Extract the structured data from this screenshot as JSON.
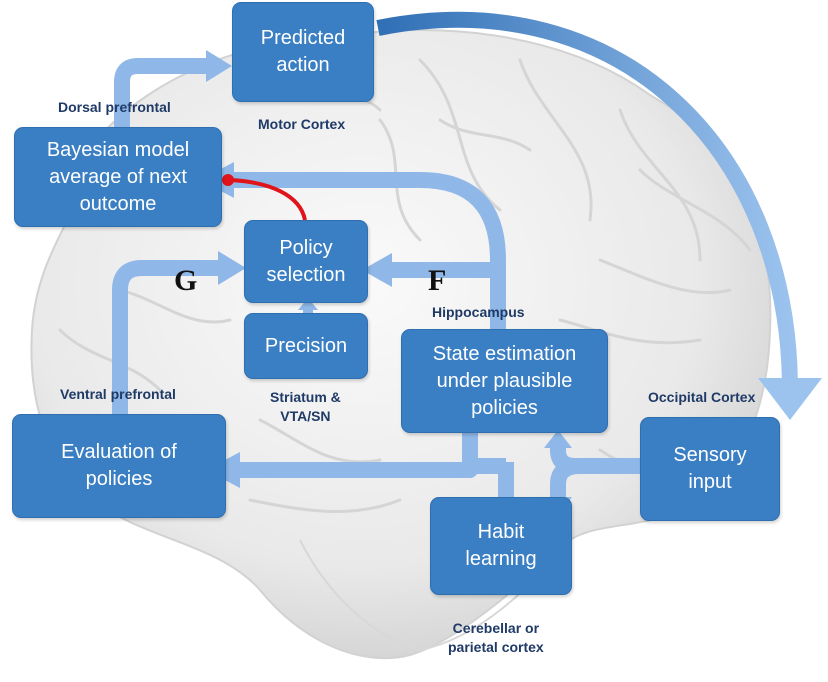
{
  "boxes": {
    "predicted_action": "Predicted\naction",
    "bayesian_model": "Bayesian model\naverage of next\noutcome",
    "policy_selection": "Policy\nselection",
    "precision": "Precision",
    "state_estimation": "State estimation\nunder plausible\npolicies",
    "evaluation": "Evaluation of\npolicies",
    "sensory_input": "Sensory\ninput",
    "habit_learning": "Habit\nlearning"
  },
  "regions": {
    "dorsal_prefrontal": "Dorsal prefrontal",
    "motor_cortex": "Motor Cortex",
    "hippocampus": "Hippocampus",
    "ventral_prefrontal": "Ventral prefrontal",
    "striatum": "Striatum  &\nVTA/SN",
    "occipital_cortex": "Occipital Cortex",
    "cerebellar": "Cerebellar or\nparietal cortex"
  },
  "letters": {
    "g": "G",
    "f": "F"
  },
  "colors": {
    "box_fill": "#3a7ec3",
    "arrow": "#8fb8e8",
    "inhibitory": "#e0141b",
    "region_text": "#1f3a66"
  }
}
